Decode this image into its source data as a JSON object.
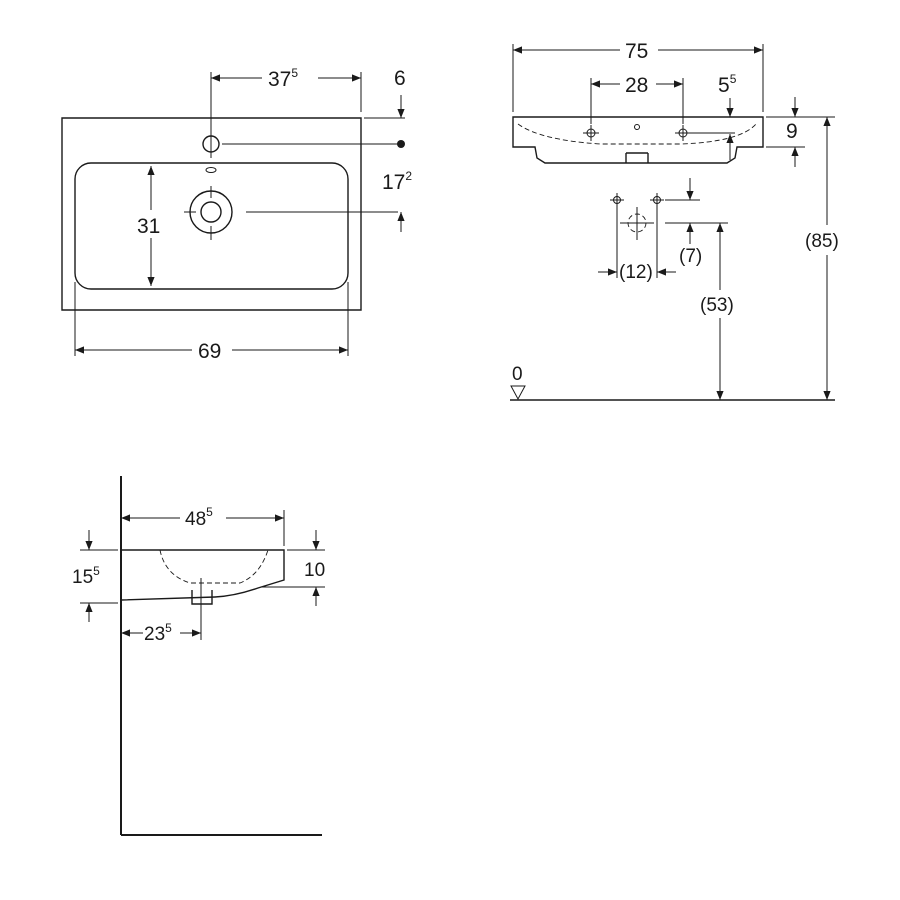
{
  "top_view": {
    "dim_tap_from_right": {
      "main": "37",
      "sup": "5"
    },
    "dim_tap_from_back": "6",
    "dim_drain_from_back": {
      "main": "17",
      "sup": "2"
    },
    "dim_bowl_depth": "31",
    "dim_bowl_width": "69"
  },
  "front_view": {
    "dim_overall_width": "75",
    "dim_supply_spacing": "28",
    "dim_overflow": {
      "main": "5",
      "sup": "5"
    },
    "dim_rim_height": "9",
    "dim_total_height": "(85)",
    "dim_supply_spacing_lower": "(12)",
    "dim_supply_offset": "(7)",
    "dim_drain_height": "(53)",
    "floor_label": "0"
  },
  "side_view": {
    "dim_projection": {
      "main": "48",
      "sup": "5"
    },
    "dim_overall_height": {
      "main": "15",
      "sup": "5"
    },
    "dim_front_height": "10",
    "dim_drain_from_wall": {
      "main": "23",
      "sup": "5"
    }
  },
  "colors": {
    "line": "#1a1a1a",
    "background": "#ffffff"
  }
}
